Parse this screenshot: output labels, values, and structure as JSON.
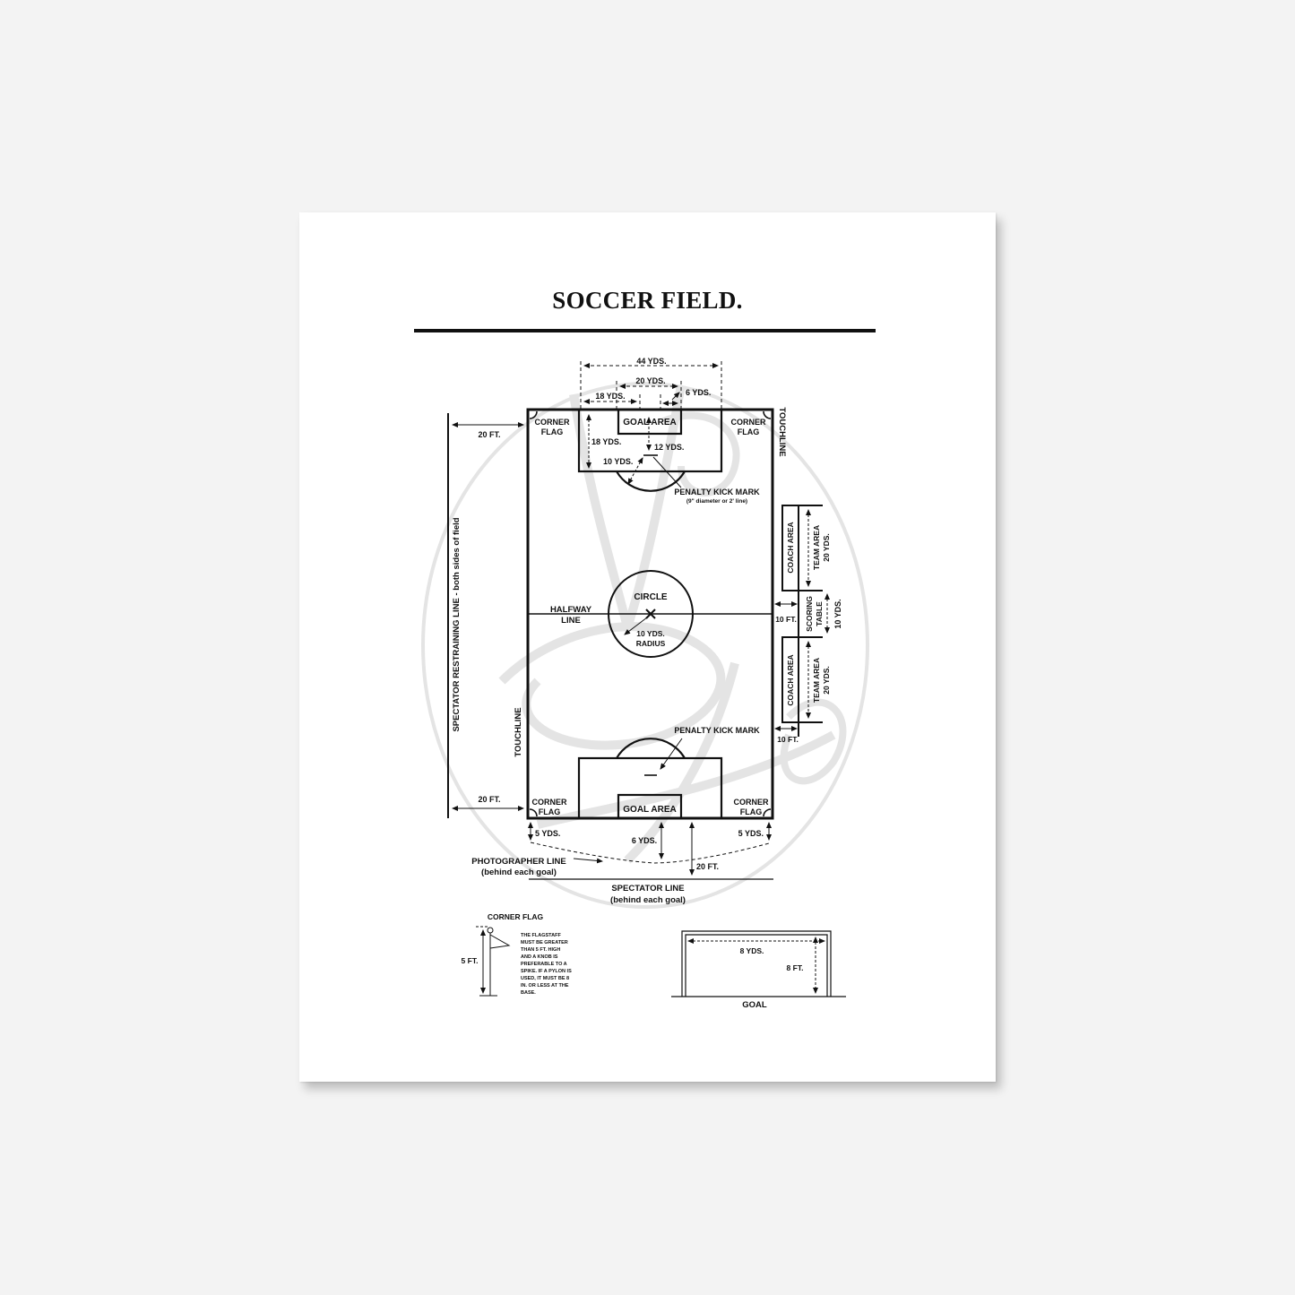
{
  "title": "SOCCER FIELD.",
  "watermark": {
    "text": "Yeti Studio",
    "color": "#e6e6e6"
  },
  "colors": {
    "background": "#f3f3f3",
    "paper": "#ffffff",
    "ink": "#111111"
  },
  "field": {
    "top_dimensions": {
      "width_44": "44 YDS.",
      "width_20": "20 YDS.",
      "width_18": "18 YDS.",
      "width_6": "6 YDS."
    },
    "goal_area_top": "GOAL AREA",
    "goal_area_bottom": "GOAL AREA",
    "corner_flag_tl": [
      "CORNER",
      "FLAG"
    ],
    "corner_flag_tr": [
      "CORNER",
      "FLAG"
    ],
    "corner_flag_bl": [
      "CORNER",
      "FLAG"
    ],
    "corner_flag_br": [
      "CORNER",
      "FLAG"
    ],
    "penalty_depth": "18 YDS.",
    "penalty_mark_distance": "12 YDS.",
    "arc_radius": "10 YDS.",
    "penalty_kick_mark_top": "PENALTY KICK MARK",
    "penalty_kick_mark_note": "(9\" diameter or 2' line)",
    "penalty_kick_mark_bottom": "PENALTY KICK MARK",
    "touchline_right": "TOUCHLINE",
    "touchline_left": "TOUCHLINE",
    "halfway_line": [
      "HALFWAY",
      "LINE"
    ],
    "circle": "CIRCLE",
    "circle_radius": [
      "10 YDS.",
      "RADIUS"
    ]
  },
  "left_side": {
    "restraining_line": "SPECTATOR RESTRAINING LINE - both sides of field",
    "offset_top": "20 FT.",
    "offset_bottom": "20 FT."
  },
  "right_side": {
    "coach_area_top": "COACH AREA",
    "team_area_top": [
      "TEAM AREA",
      "20 YDS."
    ],
    "scoring_table": [
      "SCORING",
      "TABLE"
    ],
    "scoring_table_length": "10 YDS.",
    "coach_area_bottom": "COACH AREA",
    "team_area_bottom": [
      "TEAM AREA",
      "20 YDS."
    ],
    "offset_mid": "10 FT.",
    "offset_bottom": "10 FT."
  },
  "bottom": {
    "corner_offset_left": "5 YDS.",
    "corner_offset_right": "5 YDS.",
    "goal_offset": "6 YDS.",
    "spectator_offset": "20 FT.",
    "photographer_line": [
      "PHOTOGRAPHER LINE",
      "(behind each goal)"
    ],
    "spectator_line": [
      "SPECTATOR LINE",
      "(behind each goal)"
    ]
  },
  "corner_flag_detail": {
    "title": "CORNER FLAG",
    "height": "5 FT.",
    "note": [
      "THE FLAGSTAFF",
      "MUST BE GREATER",
      "THAN 5 FT. HIGH",
      "AND A KNOB IS",
      "PREFERABLE TO A",
      "SPIKE. IF A PYLON IS",
      "USED, IT MUST BE 8",
      "IN. OR LESS AT THE",
      "BASE."
    ]
  },
  "goal_detail": {
    "title": "GOAL",
    "width": "8 YDS.",
    "height": "8 FT."
  }
}
